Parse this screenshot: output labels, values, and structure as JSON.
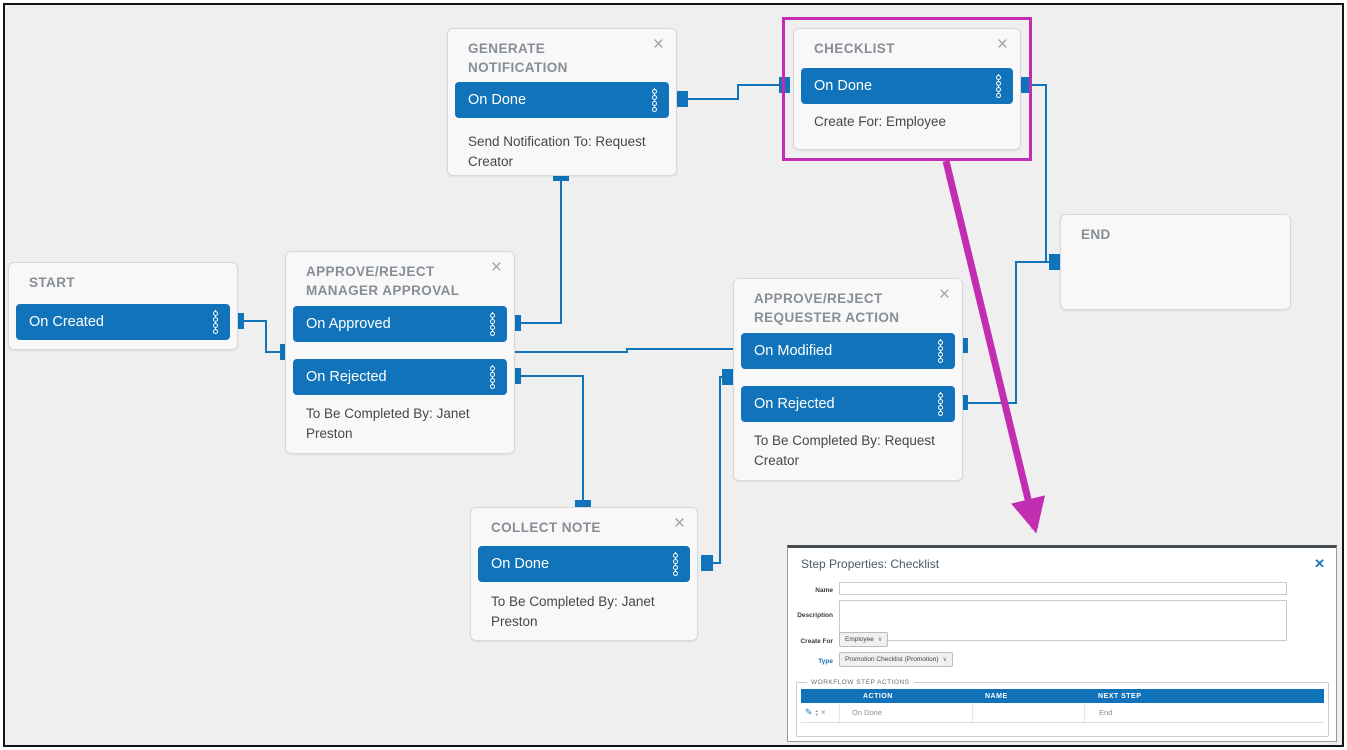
{
  "colors": {
    "accent_blue": "#1173b9",
    "highlight_magenta": "#c22db1",
    "canvas_bg": "#f0eff0",
    "node_title_gray": "#878e97"
  },
  "icons": {
    "close": "×",
    "popup_close": "✕",
    "chevron_down": "∨",
    "pencil": "✎",
    "sort_up": "▴",
    "sort_down": "▾",
    "row_delete": "×"
  },
  "nodes": [
    {
      "title": "START",
      "actions": [
        "On Created"
      ],
      "desc": ""
    },
    {
      "title": "GENERATE NOTIFICATION",
      "actions": [
        "On Done"
      ],
      "desc": "Send Notification To: Request Creator"
    },
    {
      "title": "CHECKLIST",
      "actions": [
        "On Done"
      ],
      "desc": "Create For: Employee"
    },
    {
      "title": "APPROVE/REJECT MANAGER APPROVAL",
      "actions": [
        "On Approved",
        "On Rejected"
      ],
      "desc": "To Be Completed By: Janet Preston"
    },
    {
      "title": "APPROVE/REJECT REQUESTER ACTION",
      "actions": [
        "On Modified",
        "On Rejected"
      ],
      "desc": "To Be Completed By: Request Creator"
    },
    {
      "title": "COLLECT NOTE",
      "actions": [
        "On Done"
      ],
      "desc": "To Be Completed By: Janet Preston"
    },
    {
      "title": "END",
      "actions": [],
      "desc": ""
    }
  ],
  "popup": {
    "title": "Step Properties: Checklist",
    "fields": {
      "name_label": "Name",
      "name_value": "",
      "description_label": "Description",
      "description_value": "",
      "create_for_label": "Create For",
      "create_for_value": "Employee",
      "type_label": "Type",
      "type_value": "Promotion Checklist (Promotion)"
    },
    "table": {
      "legend": "WORKFLOW STEP ACTIONS",
      "columns": [
        "ACTION",
        "NAME",
        "NEXT STEP"
      ],
      "rows": [
        {
          "action": "On Done",
          "name": "",
          "next_step": "End"
        }
      ]
    }
  }
}
